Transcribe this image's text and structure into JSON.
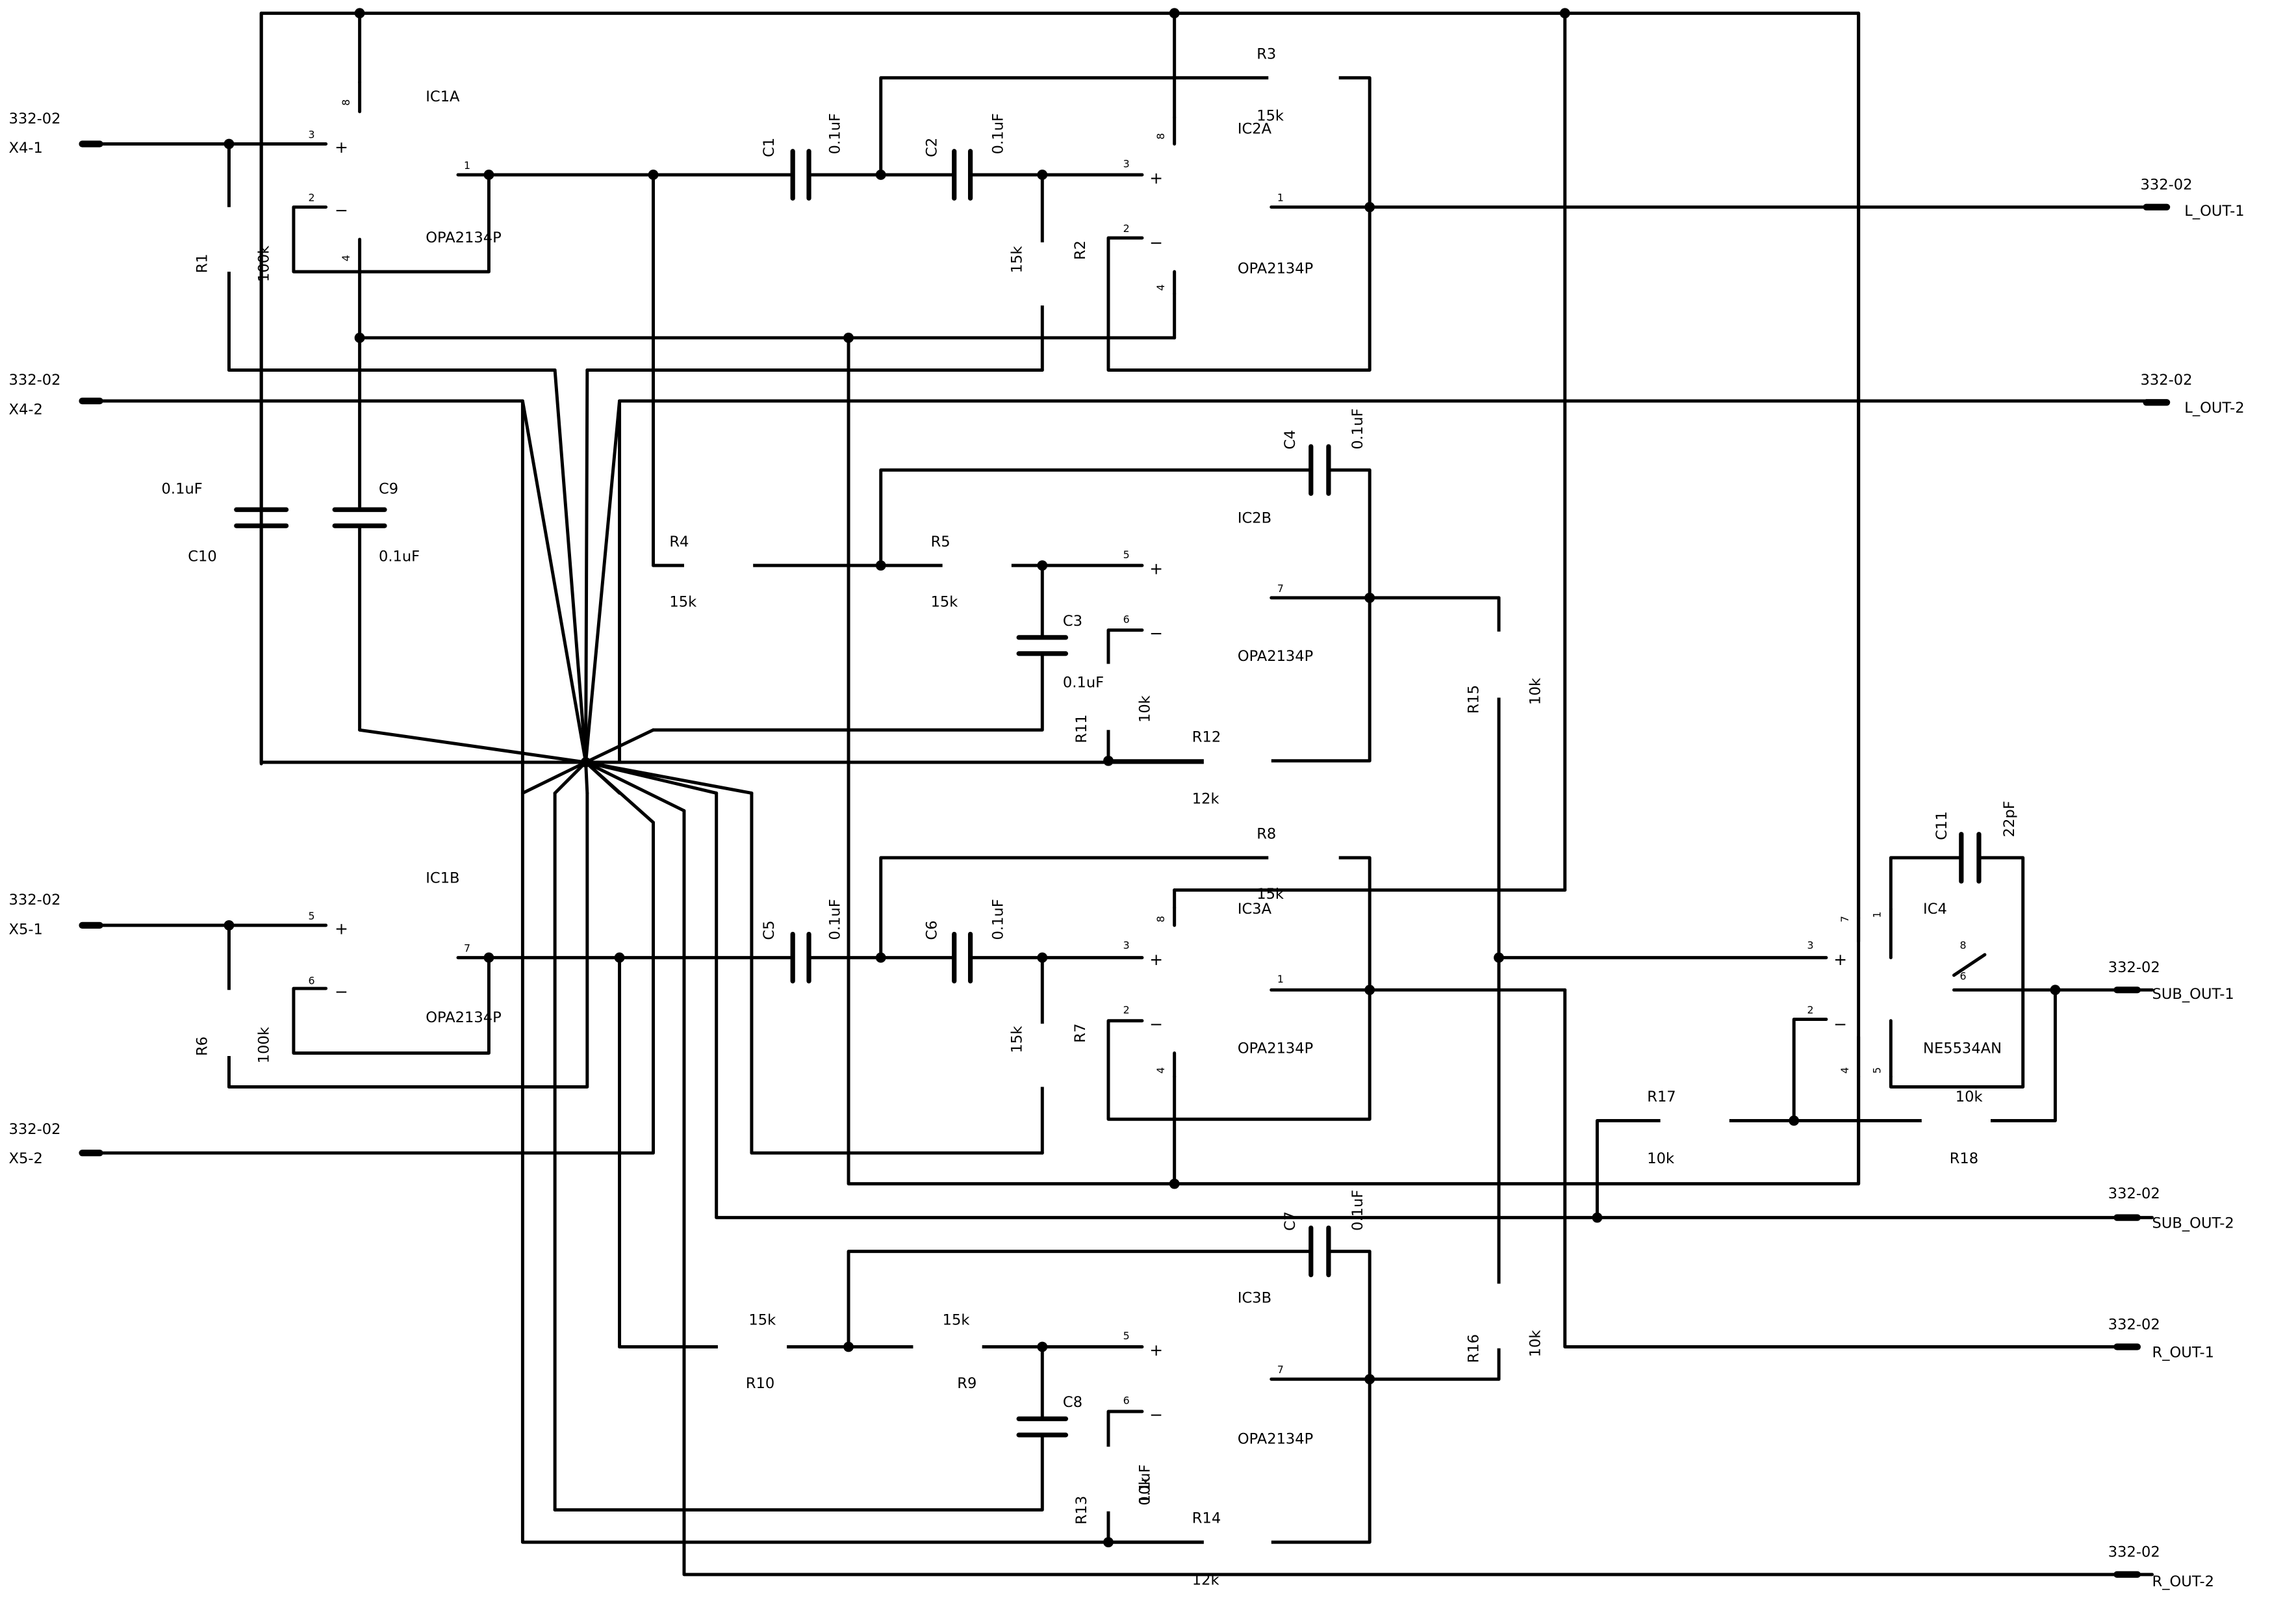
{
  "connectors": {
    "x4_1": {
      "part": "332-02",
      "pin": "X4-1"
    },
    "x4_2": {
      "part": "332-02",
      "pin": "X4-2"
    },
    "x5_1": {
      "part": "332-02",
      "pin": "X5-1"
    },
    "x5_2": {
      "part": "332-02",
      "pin": "X5-2"
    },
    "l_out_1": {
      "part": "332-02",
      "pin": "L_OUT-1"
    },
    "l_out_2": {
      "part": "332-02",
      "pin": "L_OUT-2"
    },
    "sub_out_1": {
      "part": "332-02",
      "pin": "SUB_OUT-1"
    },
    "sub_out_2": {
      "part": "332-02",
      "pin": "SUB_OUT-2"
    },
    "r_out_1": {
      "part": "332-02",
      "pin": "R_OUT-1"
    },
    "r_out_2": {
      "part": "332-02",
      "pin": "R_OUT-2"
    }
  },
  "opamps": {
    "ic1a": {
      "name": "IC1A",
      "part": "OPA2134P",
      "pins": {
        "plus": "3",
        "minus": "2",
        "out": "1",
        "vp": "8",
        "vn": "4"
      }
    },
    "ic1b": {
      "name": "IC1B",
      "part": "OPA2134P",
      "pins": {
        "plus": "5",
        "minus": "6",
        "out": "7"
      }
    },
    "ic2a": {
      "name": "IC2A",
      "part": "OPA2134P",
      "pins": {
        "plus": "3",
        "minus": "2",
        "out": "1",
        "vp": "8",
        "vn": "4"
      }
    },
    "ic2b": {
      "name": "IC2B",
      "part": "OPA2134P",
      "pins": {
        "plus": "5",
        "minus": "6",
        "out": "7"
      }
    },
    "ic3a": {
      "name": "IC3A",
      "part": "OPA2134P",
      "pins": {
        "plus": "3",
        "minus": "2",
        "out": "1",
        "vp": "8",
        "vn": "4"
      }
    },
    "ic3b": {
      "name": "IC3B",
      "part": "OPA2134P",
      "pins": {
        "plus": "5",
        "minus": "6",
        "out": "7"
      }
    },
    "ic4": {
      "name": "IC4",
      "part": "NE5534AN",
      "pins": {
        "plus": "3",
        "minus": "2",
        "out": "6",
        "vp": "7",
        "vn": "4",
        "p1": "1",
        "p5": "5",
        "p8": "8"
      }
    }
  },
  "resistors": {
    "r1": {
      "name": "R1",
      "value": "100k"
    },
    "r2": {
      "name": "R2",
      "value": "15k"
    },
    "r3": {
      "name": "R3",
      "value": "15k"
    },
    "r4": {
      "name": "R4",
      "value": "15k"
    },
    "r5": {
      "name": "R5",
      "value": "15k"
    },
    "r6": {
      "name": "R6",
      "value": "100k"
    },
    "r7": {
      "name": "R7",
      "value": "15k"
    },
    "r8": {
      "name": "R8",
      "value": "15k"
    },
    "r9": {
      "name": "R9",
      "value": "15k"
    },
    "r10": {
      "name": "R10",
      "value": "15k"
    },
    "r11": {
      "name": "R11",
      "value": "10k"
    },
    "r12": {
      "name": "R12",
      "value": "12k"
    },
    "r13": {
      "name": "R13",
      "value": "10k"
    },
    "r14": {
      "name": "R14",
      "value": "12k"
    },
    "r15": {
      "name": "R15",
      "value": "10k"
    },
    "r16": {
      "name": "R16",
      "value": "10k"
    },
    "r17": {
      "name": "R17",
      "value": "10k"
    },
    "r18": {
      "name": "R18",
      "value": "10k"
    }
  },
  "capacitors": {
    "c1": {
      "name": "C1",
      "value": "0.1uF"
    },
    "c2": {
      "name": "C2",
      "value": "0.1uF"
    },
    "c3": {
      "name": "C3",
      "value": "0.1uF"
    },
    "c4": {
      "name": "C4",
      "value": "0.1uF"
    },
    "c5": {
      "name": "C5",
      "value": "0.1uF"
    },
    "c6": {
      "name": "C6",
      "value": "0.1uF"
    },
    "c7": {
      "name": "C7",
      "value": "0.1uF"
    },
    "c8": {
      "name": "C8",
      "value": "0.1uF"
    },
    "c9": {
      "name": "C9",
      "value": "0.1uF"
    },
    "c10": {
      "name": "C10",
      "value": "0.1uF"
    },
    "c11": {
      "name": "C11",
      "value": "22pF"
    }
  }
}
